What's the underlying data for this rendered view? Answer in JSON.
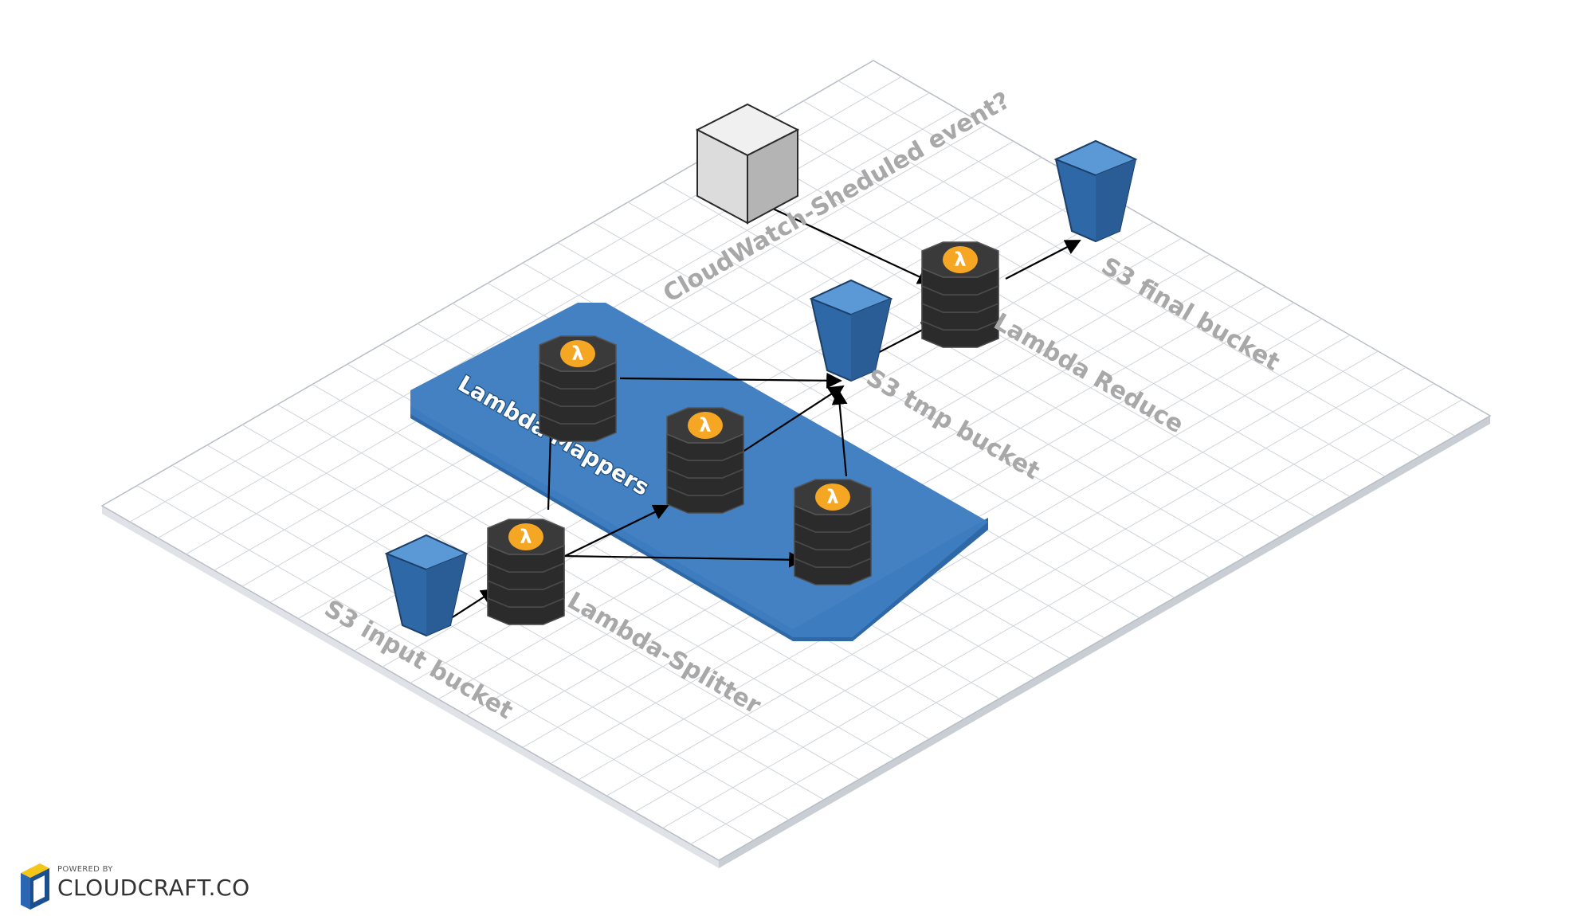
{
  "diagram": {
    "group_label": "Lambda Mappers",
    "nodes": {
      "s3_input": {
        "label": "S3 input bucket",
        "kind": "s3-bucket"
      },
      "lambda_splitter": {
        "label": "Lambda-Splitter",
        "kind": "lambda"
      },
      "mapper_1": {
        "label": "",
        "kind": "lambda"
      },
      "mapper_2": {
        "label": "",
        "kind": "lambda"
      },
      "mapper_3": {
        "label": "",
        "kind": "lambda"
      },
      "s3_tmp": {
        "label": "S3 tmp bucket",
        "kind": "s3-bucket"
      },
      "lambda_reduce": {
        "label": "Lambda Reduce",
        "kind": "lambda"
      },
      "s3_final": {
        "label": "S3 final bucket",
        "kind": "s3-bucket"
      },
      "cloudwatch": {
        "label": "CloudWatch-Sheduled event?",
        "kind": "generic-block"
      }
    },
    "edges": [
      {
        "from": "s3_input",
        "to": "lambda_splitter"
      },
      {
        "from": "lambda_splitter",
        "to": "mapper_1"
      },
      {
        "from": "lambda_splitter",
        "to": "mapper_2"
      },
      {
        "from": "lambda_splitter",
        "to": "mapper_3"
      },
      {
        "from": "mapper_1",
        "to": "s3_tmp"
      },
      {
        "from": "mapper_2",
        "to": "s3_tmp"
      },
      {
        "from": "mapper_3",
        "to": "s3_tmp"
      },
      {
        "from": "s3_tmp",
        "to": "lambda_reduce"
      },
      {
        "from": "cloudwatch",
        "to": "lambda_reduce"
      },
      {
        "from": "lambda_reduce",
        "to": "s3_final"
      }
    ],
    "colors": {
      "group_fill": "#3d7dc0",
      "bucket_blue": "#3a7bc0",
      "lambda_body": "#3a3a3a",
      "lambda_badge": "#f5a623",
      "grid_line": "#cfd4da",
      "label_gray": "#a8a8a8"
    }
  },
  "badge": {
    "powered_by": "POWERED BY",
    "brand": "CLOUDCRAFT.CO"
  }
}
